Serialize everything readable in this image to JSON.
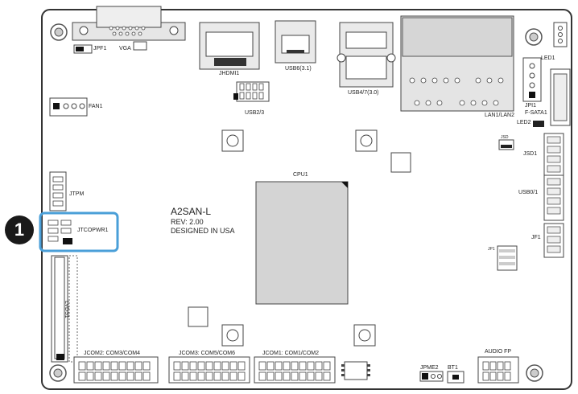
{
  "board": {
    "model": "A2SAN-L",
    "revision": "REV: 2.00",
    "origin": "DESIGNED IN USA"
  },
  "callout": {
    "number": "1",
    "label": "JTCOPWR1"
  },
  "labels": {
    "jpf1": "JPF1",
    "vga": "VGA",
    "hdmi": "JHDMI1",
    "usb6": "USB6(3.1)",
    "usb47": "USB4/7(3.0)",
    "lan": "LAN1/LAN2",
    "led1": "LED1",
    "jpi1": "JPI1",
    "fsata": "F-SATA1",
    "led2": "LED2",
    "usb23": "USB2/3",
    "fan1": "FAN1",
    "jsd": "JSD",
    "jsd1": "JSD1",
    "cpu": "CPU1",
    "usb01": "USB0/1",
    "jp1": "JP1",
    "jf1": "JF1",
    "jtpm": "JTPM",
    "lvds": "LVDS1",
    "jcom2": "JCOM2: COM3/COM4",
    "jcom3": "JCOM3: COM5/COM6",
    "jcom1": "JCOM1: COM1/COM2",
    "audio": "AUDIO FP",
    "jpme2": "JPME2",
    "bt1": "BT1"
  },
  "colors": {
    "board_outline": "#333333",
    "callout_box": "#4a9fd8",
    "callout_badge": "#1a1a1a",
    "cpu_fill": "#d4d4d4"
  }
}
